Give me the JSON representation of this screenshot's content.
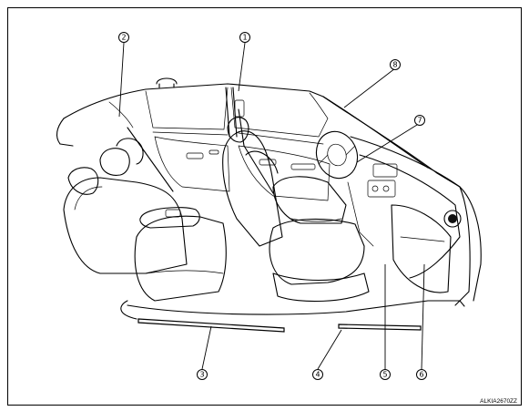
{
  "callouts": [
    {
      "label": "1"
    },
    {
      "label": "2"
    },
    {
      "label": "3"
    },
    {
      "label": "4"
    },
    {
      "label": "5"
    },
    {
      "label": "6"
    },
    {
      "label": "7"
    },
    {
      "label": "8"
    }
  ],
  "figure_code": "ALKIA2670ZZ"
}
